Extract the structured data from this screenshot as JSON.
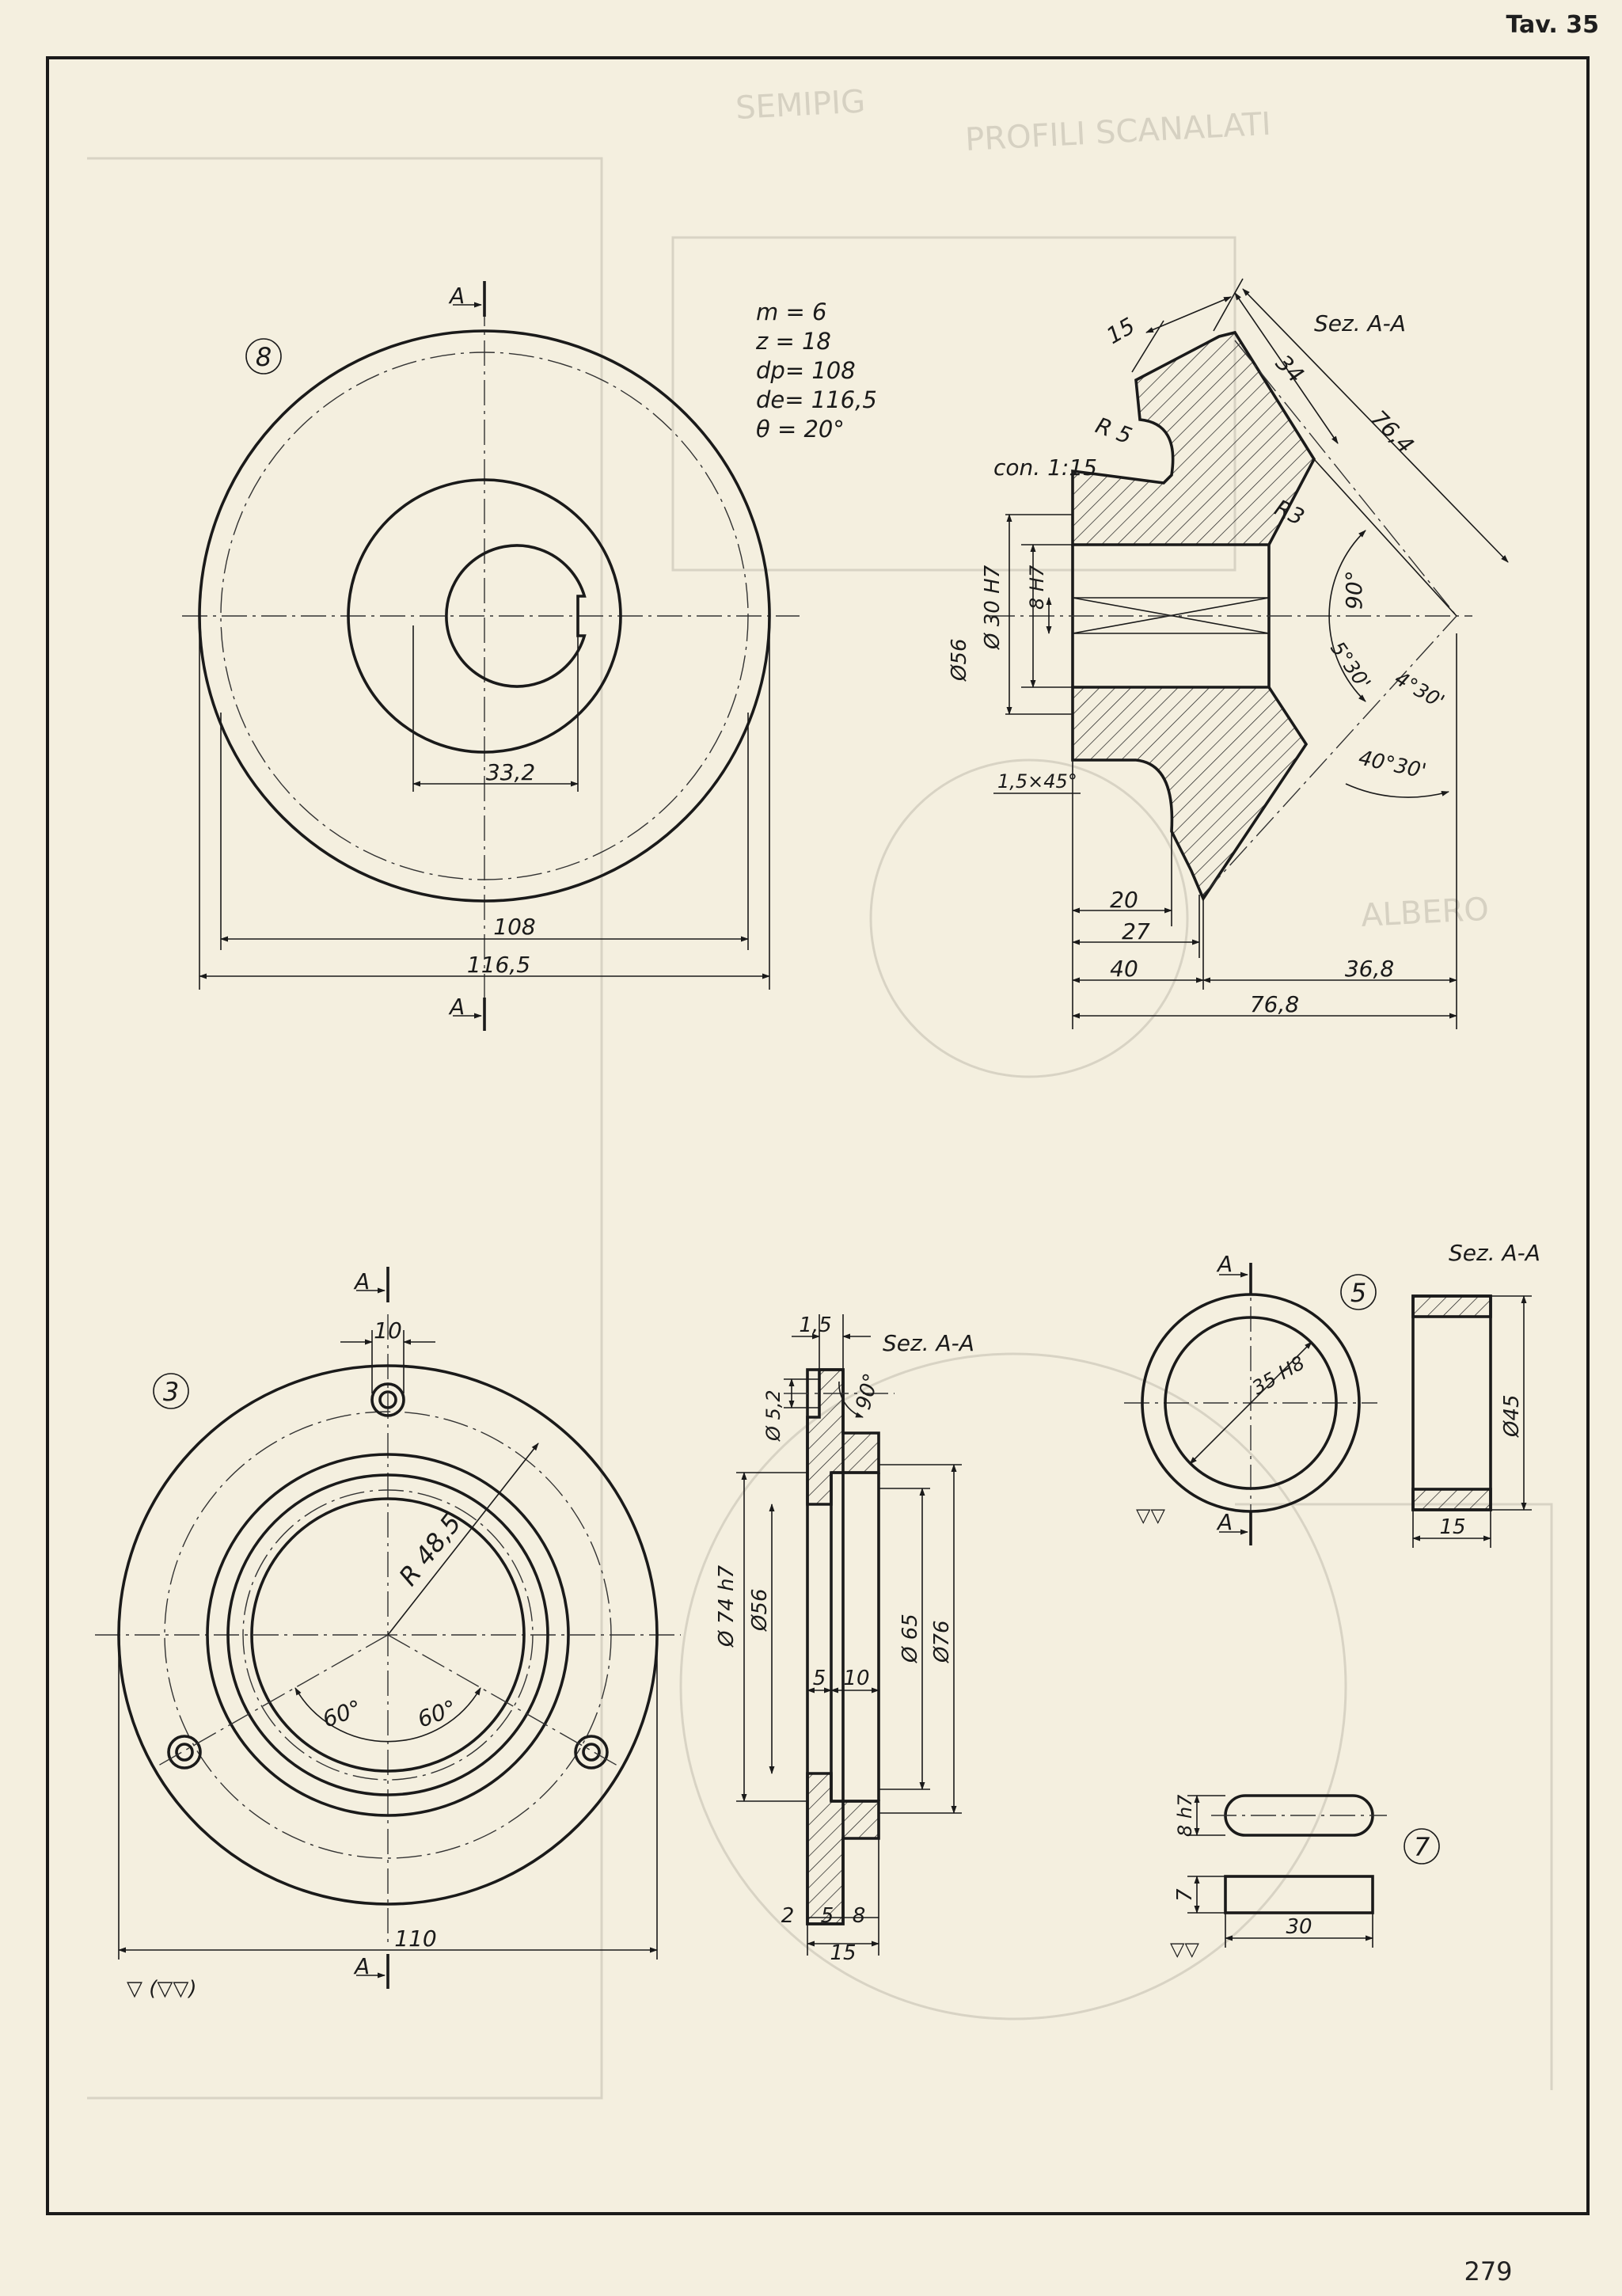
{
  "header": {
    "plate": "Tav. 35"
  },
  "footer": {
    "page_number": "279"
  },
  "colors": {
    "paper": "#f4efdf",
    "ink": "#1a1a1a"
  },
  "part8": {
    "id": "8",
    "section_mark": "A",
    "params": [
      "m =   6",
      "z = 18",
      "dp= 108",
      "de= 116,5",
      "θ = 20°"
    ],
    "dims": {
      "keyway": "33,2",
      "pitch_dia": "108",
      "outer_dia": "116,5"
    },
    "section": {
      "title": "Sez. A-A",
      "dims": [
        "15",
        "34",
        "76,4",
        "R 5",
        "con. 1:15",
        "R3",
        "Ø 30 H7",
        "8 H7",
        "Ø56",
        "90°",
        "5°30'",
        "4°30'",
        "40°30'",
        "1,5×45°",
        "20",
        "27",
        "40",
        "36,8",
        "76,8"
      ]
    }
  },
  "part3": {
    "id": "3",
    "section_mark": "A",
    "dims": {
      "hole_spacing": "10",
      "radius": "R 48,5",
      "angle_left": "60°",
      "angle_right": "60°",
      "width": "110"
    },
    "finish": "▽ (▽▽)",
    "section": {
      "title": "Sez. A-A",
      "dims": [
        "1,5",
        "Ø 5,2",
        "90°",
        "Ø 74 h7",
        "Ø56",
        "5",
        "10",
        "Ø 65",
        "Ø76",
        "2",
        "5",
        "8",
        "15"
      ]
    }
  },
  "part5": {
    "id": "5",
    "section_mark": "A",
    "dims": {
      "bore": "35 H8",
      "outer": "Ø45",
      "width": "15"
    },
    "section_title": "Sez. A-A",
    "finish": "▽▽"
  },
  "part7": {
    "id": "7",
    "dims": {
      "height": "8 h7",
      "thickness": "7",
      "length": "30"
    },
    "finish": "▽▽"
  }
}
